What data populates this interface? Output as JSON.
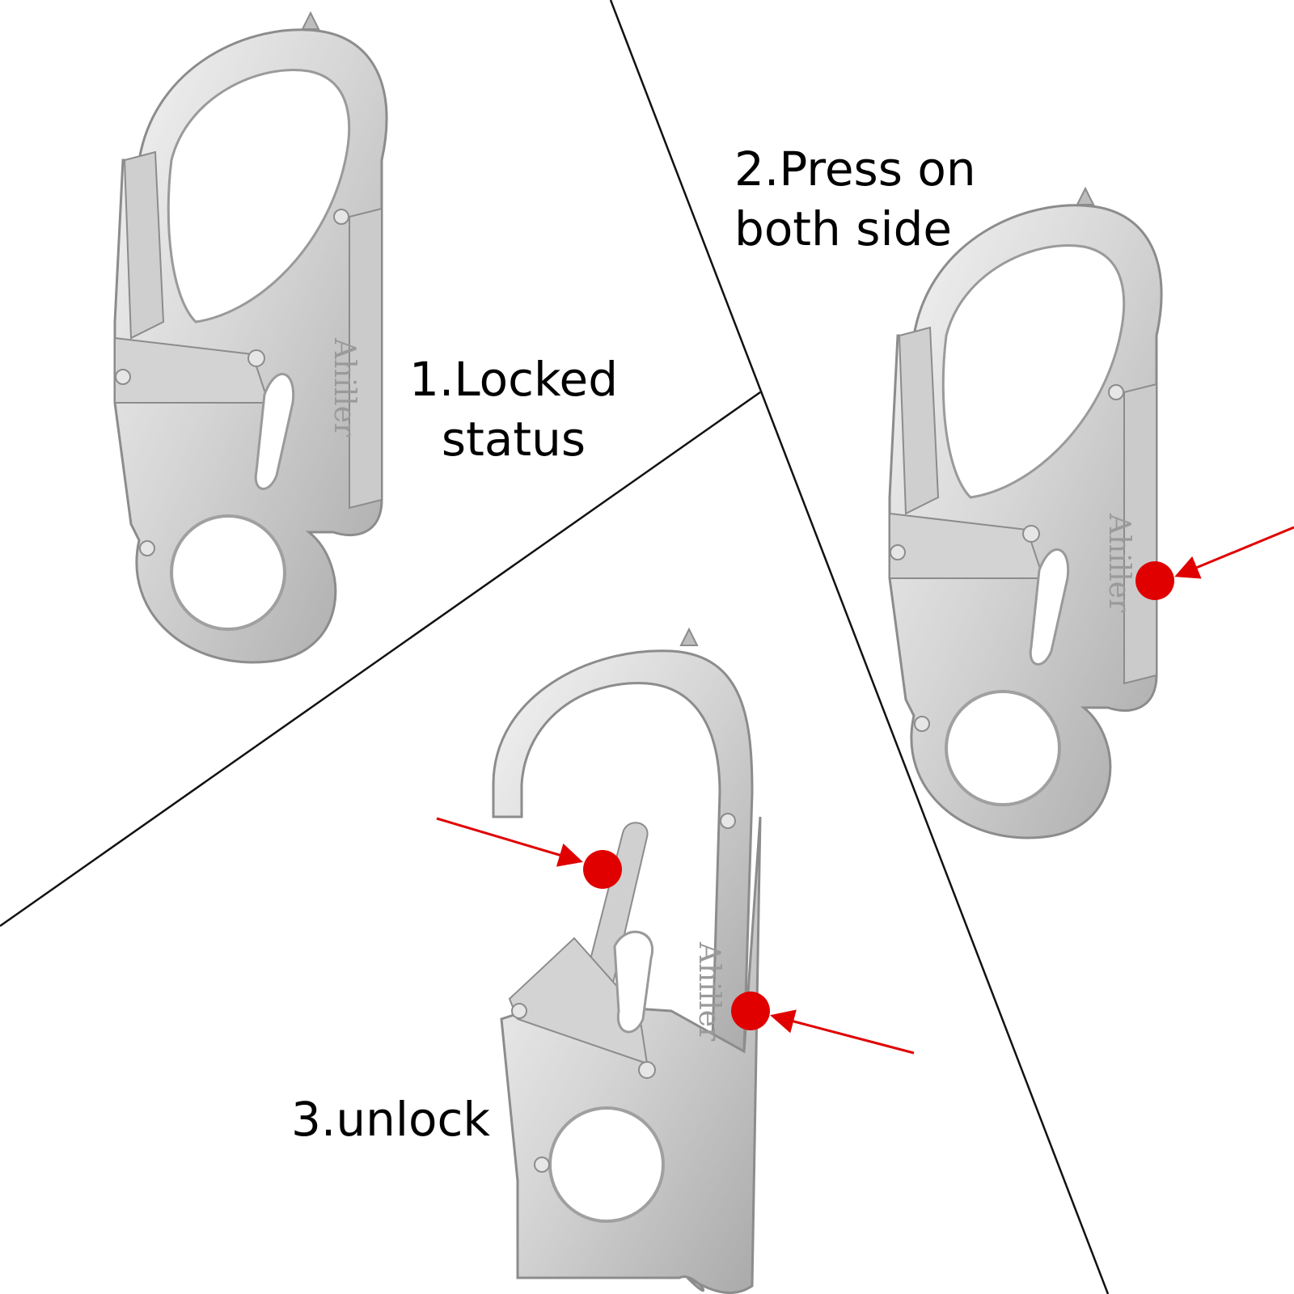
{
  "steps": [
    {
      "id": "1",
      "line1": "1.Locked",
      "line2": "status"
    },
    {
      "id": "2",
      "line1": "2.Press on",
      "line2": "both side"
    },
    {
      "id": "3",
      "line1": "3.unlock"
    }
  ],
  "brand_engraving": "Ahiller",
  "colors": {
    "background": "#ffffff",
    "divider": "#111111",
    "metal_fill": "#d9d9d9",
    "metal_edge": "#8c8c8c",
    "metal_highlight": "#f2f2f2",
    "press_marker": "#e00000"
  },
  "icons": [
    "snap-hook-icon",
    "press-point-marker",
    "arrow-icon"
  ]
}
